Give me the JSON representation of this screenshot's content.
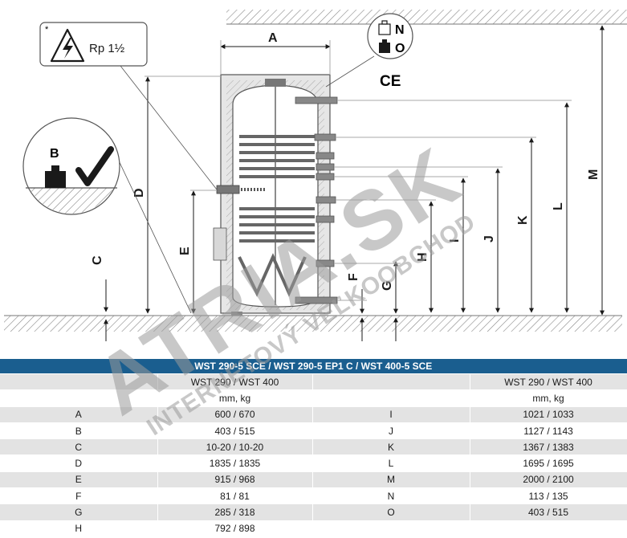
{
  "diagram": {
    "dimension_letters": [
      "A",
      "B",
      "C",
      "D",
      "E",
      "F",
      "G",
      "H",
      "I",
      "J",
      "K",
      "L",
      "M",
      "N",
      "O"
    ],
    "electrical_label": "Rp 1½",
    "electrical_note": "*",
    "weight_box_letter": "B",
    "weight_top_right": [
      "N",
      "O"
    ],
    "ce_mark": "CE"
  },
  "table": {
    "title": "WST 290-5 SCE / WST 290-5 EP1 C / WST 400-5 SCE",
    "models": "WST 290 / WST 400",
    "units": "mm, kg",
    "left_rows": [
      {
        "key": "A",
        "value": "600 / 670"
      },
      {
        "key": "B",
        "value": "403 / 515"
      },
      {
        "key": "C",
        "value": "10-20 / 10-20"
      },
      {
        "key": "D",
        "value": "1835 / 1835"
      },
      {
        "key": "E",
        "value": "915 / 968"
      },
      {
        "key": "F",
        "value": "81 / 81"
      },
      {
        "key": "G",
        "value": "285 / 318"
      },
      {
        "key": "H",
        "value": "792 / 898"
      }
    ],
    "right_rows": [
      {
        "key": "I",
        "value": "1021 / 1033"
      },
      {
        "key": "J",
        "value": "1127 / 1143"
      },
      {
        "key": "K",
        "value": "1367 / 1383"
      },
      {
        "key": "L",
        "value": "1695 / 1695"
      },
      {
        "key": "M",
        "value": "2000 / 2100"
      },
      {
        "key": "N",
        "value": "113 / 135"
      },
      {
        "key": "O",
        "value": "403 / 515"
      }
    ]
  },
  "watermark": {
    "brand": "ATRIA.SK",
    "tagline": "INTERNETOVÝ VEĽKOOBCHOD"
  }
}
